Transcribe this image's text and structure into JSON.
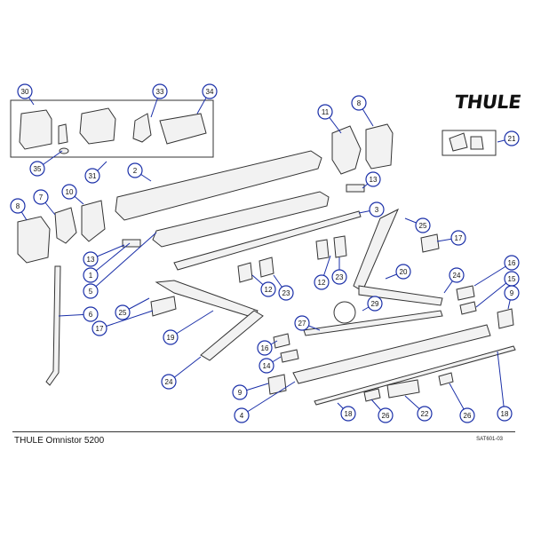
{
  "brand": {
    "logo_text": "THULE"
  },
  "footer": {
    "title": "THULE Omnistor 5200",
    "code": "SAT601-03"
  },
  "colors": {
    "callout": "#1a2fa8",
    "part_stroke": "#333333",
    "part_fill": "#f2f2f2"
  },
  "callouts": [
    "30",
    "33",
    "34",
    "35",
    "31",
    "11",
    "8",
    "21",
    "2",
    "13",
    "7",
    "10",
    "8",
    "3",
    "25",
    "17",
    "1",
    "13",
    "5",
    "12",
    "23",
    "20",
    "24",
    "16",
    "12",
    "23",
    "6",
    "25",
    "17",
    "19",
    "27",
    "29",
    "15",
    "9",
    "16",
    "14",
    "24",
    "9",
    "4",
    "18",
    "26",
    "22",
    "26",
    "18"
  ]
}
